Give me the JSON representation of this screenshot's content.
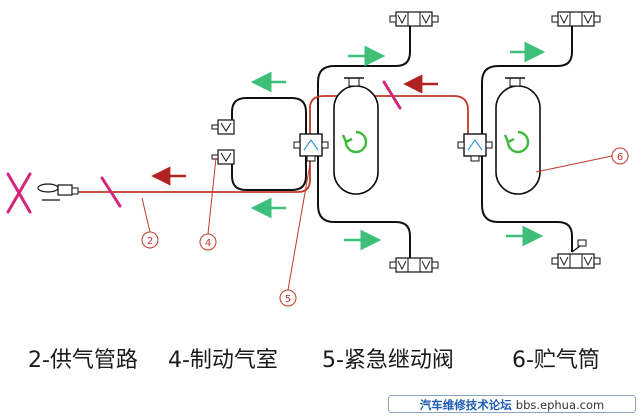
{
  "callouts": {
    "c2": "2",
    "c4": "4",
    "c5": "5",
    "c6": "6"
  },
  "legend": {
    "item2": "2-供气管路",
    "item4": "4-制动气室",
    "item5": "5-紧急继动阀",
    "item6": "6-贮气筒"
  },
  "watermark": {
    "site_name": "汽车维修技术论坛",
    "url": "bbs.ephua.com"
  },
  "colors": {
    "line_black": "#111111",
    "line_red": "#c0392b",
    "arrow_green": "#3dbf7a",
    "arrow_red": "#b22222",
    "cross_pink": "#d6247a",
    "callout_red": "#c0392b",
    "loop_arrow_green": "#3cb83c"
  }
}
